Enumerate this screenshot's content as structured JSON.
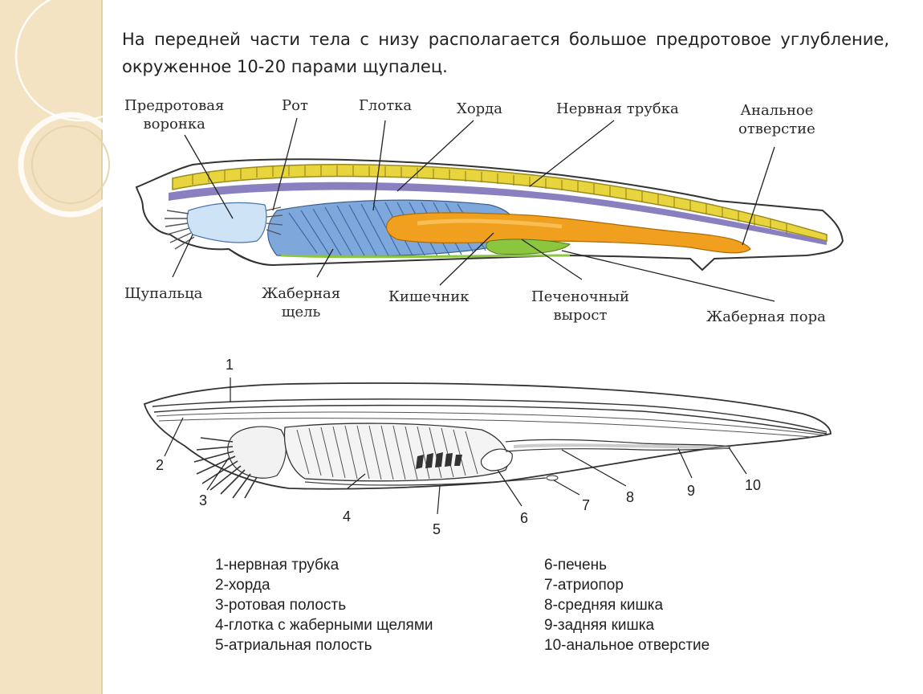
{
  "intro_text": "На передней части тела с низу располагается большое предротовое углубление, окруженное 10-20 парами щупалец.",
  "diagram1": {
    "labels": {
      "preoral_funnel": "Предротовая\nворонка",
      "mouth": "Рот",
      "pharynx": "Глотка",
      "notochord": "Хорда",
      "neural_tube": "Нервная трубка",
      "anus": "Анальное\nотверстие",
      "tentacles": "Щупальца",
      "gill_slit": "Жаберная\nщель",
      "intestine": "Кишечник",
      "liver": "Печеночный\nвырост",
      "gill_pore": "Жаберная пора"
    },
    "colors": {
      "outline": "#333333",
      "nerve_chord": "#e6d23a",
      "notochord": "#8a7fbf",
      "pharynx": "#7ea8dc",
      "preoral": "#cfe3f7",
      "intestine": "#f0a01e",
      "liver": "#8cc63f"
    }
  },
  "diagram2": {
    "numbers": [
      "1",
      "2",
      "3",
      "4",
      "5",
      "6",
      "7",
      "8",
      "9",
      "10"
    ],
    "legend_left": [
      "1-нервная трубка",
      "2-хорда",
      "3-ротовая полость",
      "4-глотка с жаберными щелями",
      "5-атриальная полость"
    ],
    "legend_right": [
      "6-печень",
      "7-атриопор",
      "8-средняя кишка",
      "9-задняя кишка",
      "10-анальное отверстие"
    ]
  }
}
